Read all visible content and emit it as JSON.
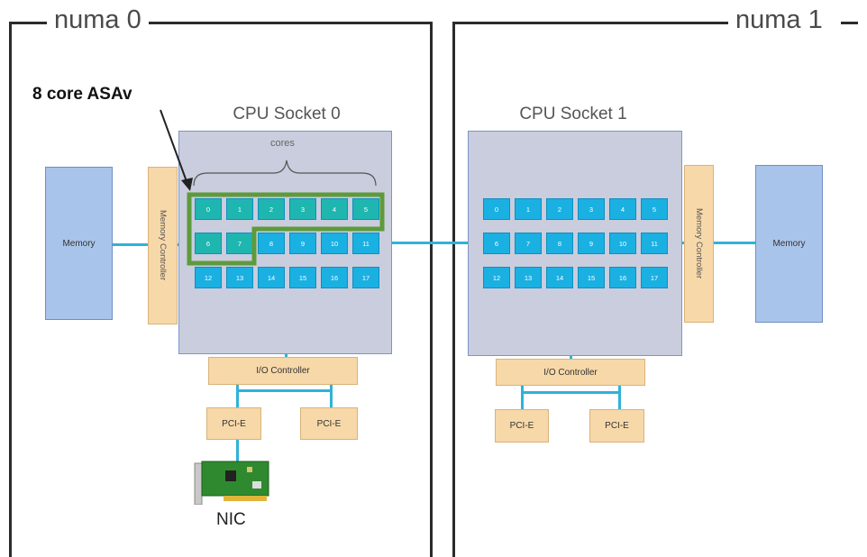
{
  "numa0": {
    "title": "numa 0",
    "socket_label": "CPU Socket 0",
    "memory_label": "Memory",
    "memory_controller_label": "Memory Controller",
    "io_controller_label": "I/O Controller",
    "pcie_left_label": "PCI-E",
    "pcie_right_label": "PCI-E",
    "nic_label": "NIC",
    "cores_label": "cores",
    "asav_label": "8 core ASAv",
    "cores": [
      "0",
      "1",
      "2",
      "3",
      "4",
      "5",
      "6",
      "7",
      "8",
      "9",
      "10",
      "11",
      "12",
      "13",
      "14",
      "15",
      "16",
      "17"
    ]
  },
  "numa1": {
    "title": "numa 1",
    "socket_label": "CPU Socket 1",
    "memory_label": "Memory",
    "memory_controller_label": "Memory Controller",
    "io_controller_label": "I/O Controller",
    "pcie_left_label": "PCI-E",
    "pcie_right_label": "PCI-E",
    "cores": [
      "0",
      "1",
      "2",
      "3",
      "4",
      "5",
      "6",
      "7",
      "8",
      "9",
      "10",
      "11",
      "12",
      "13",
      "14",
      "15",
      "16",
      "17"
    ]
  },
  "colors": {
    "core": "#1ab0e2",
    "core_selected": "#1fb6b0",
    "selection_outline": "#5e9a3c",
    "link": "#2fb2d8",
    "socket": "#c9cddd",
    "memory": "#a9c4ea",
    "controller": "#f7d8a8"
  },
  "icons": {
    "nic_card": "network-card-icon",
    "selection_arrow": "arrow-icon"
  }
}
